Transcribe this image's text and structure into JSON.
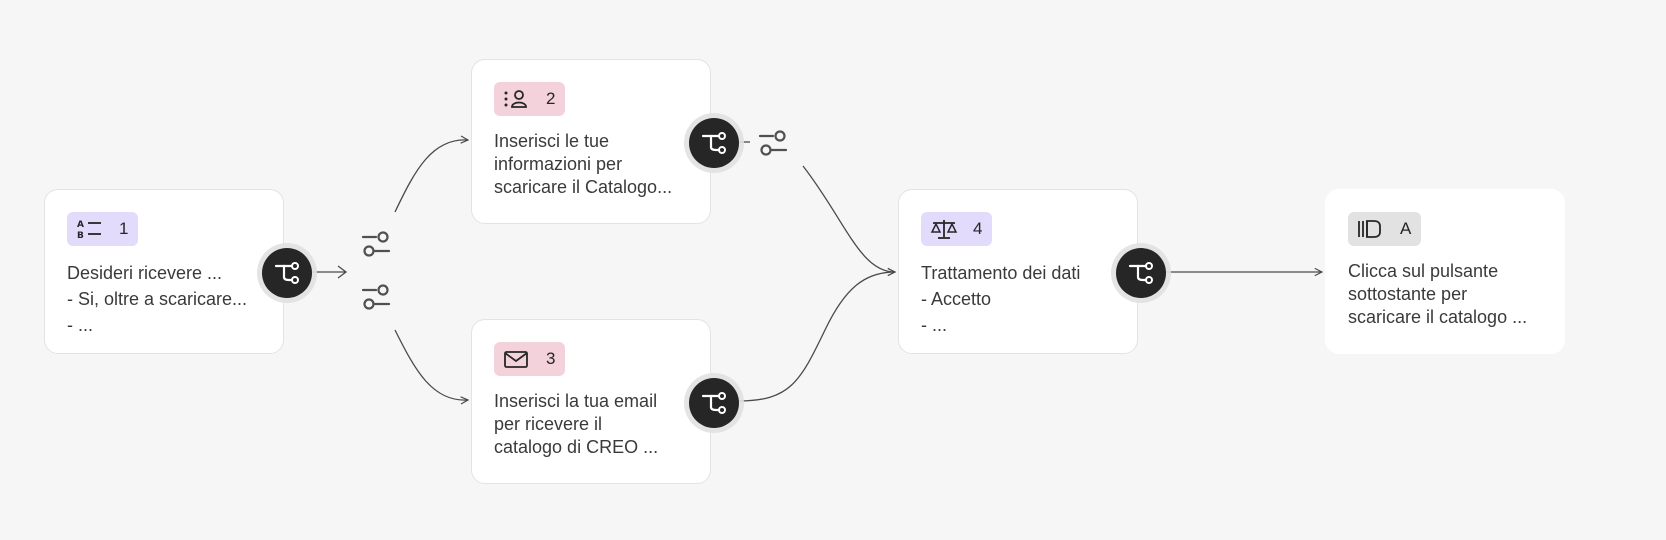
{
  "colors": {
    "background": "#f6f6f6",
    "purple_badge": "#e2dbfb",
    "pink_badge": "#f4d2dc",
    "gray_badge": "#e2e2e2",
    "branch_button": "#262626",
    "edge": "#4a4a4a"
  },
  "nodes": [
    {
      "id": "1",
      "icon": "multiple-choice-icon",
      "badge": "1",
      "lines": [
        "Desideri ricevere ...",
        "- Si, oltre a scaricare...",
        "- ..."
      ]
    },
    {
      "id": "2",
      "icon": "contact-info-icon",
      "badge": "2",
      "lines": [
        "Inserisci le tue",
        "informazioni per",
        "scaricare il Catalogo..."
      ]
    },
    {
      "id": "3",
      "icon": "email-icon",
      "badge": "3",
      "lines": [
        "Inserisci la tua email",
        "per ricevere il",
        "catalogo di CREO ..."
      ]
    },
    {
      "id": "4",
      "icon": "legal-scale-icon",
      "badge": "4",
      "lines": [
        "Trattamento dei dati",
        "- Accetto",
        "- ..."
      ]
    },
    {
      "id": "A",
      "icon": "end-screen-icon",
      "badge": "A",
      "lines": [
        "Clicca sul pulsante",
        "sottostante per",
        "scaricare il catalogo ..."
      ]
    }
  ],
  "branch_buttons": [
    "branch-icon",
    "branch-icon",
    "branch-icon",
    "branch-icon"
  ],
  "condition_icons": [
    "sliders-icon",
    "sliders-icon",
    "sliders-icon"
  ]
}
